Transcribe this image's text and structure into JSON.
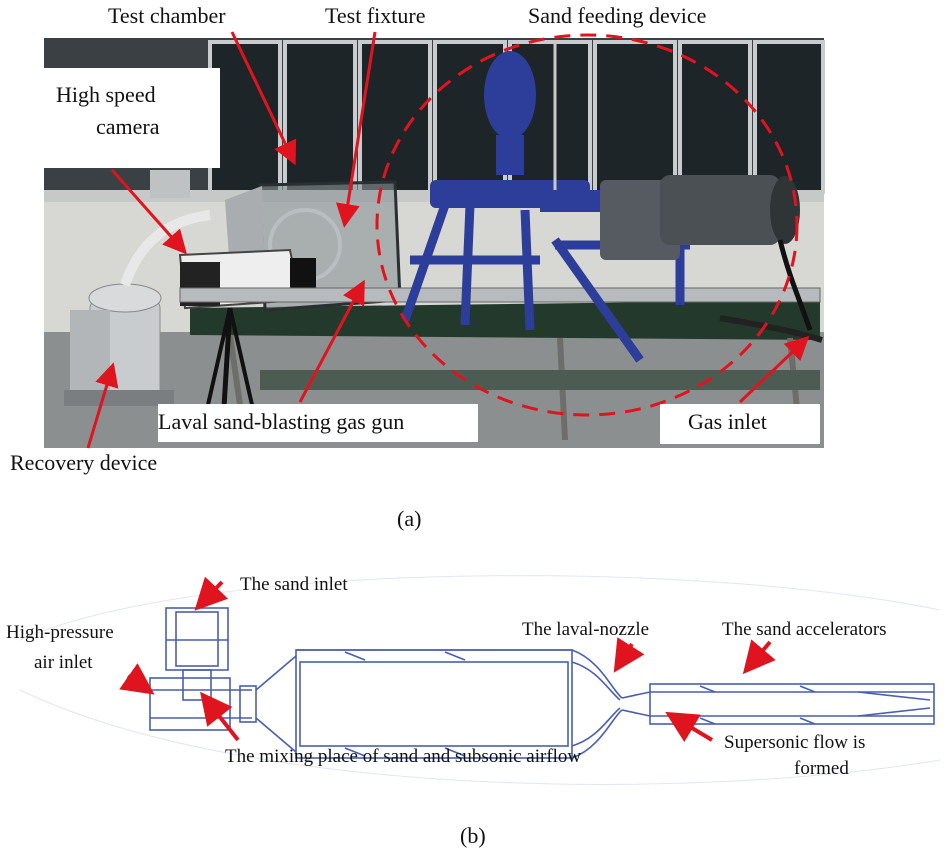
{
  "figure_a": {
    "caption": "(a)",
    "labels": {
      "test_chamber": "Test chamber",
      "test_fixture": "Test fixture",
      "sand_feeding_device": "Sand feeding device",
      "high_speed_camera_line1": "High speed",
      "high_speed_camera_line2": "camera",
      "laval_gun": "Laval sand-blasting gas gun",
      "gas_inlet": "Gas inlet",
      "recovery_device": "Recovery device"
    }
  },
  "figure_b": {
    "caption": "(b)",
    "labels": {
      "sand_inlet": "The sand inlet",
      "air_inlet_line1": "High-pressure",
      "air_inlet_line2": "air inlet",
      "laval_nozzle": "The laval-nozzle",
      "sand_accelerators": "The sand accelerators",
      "mixing_place": "The mixing place of sand and subsonic airflow",
      "supersonic_line1": "Supersonic flow is",
      "supersonic_line2": "formed"
    }
  },
  "colors": {
    "arrow_red": "#e0141e",
    "dashed_red": "#e0141e",
    "drawing_blue": "#4a5fae",
    "machine_blue": "#2c3d9a",
    "table_green": "#1f3a2c",
    "wall_dark": "#2d3538"
  }
}
